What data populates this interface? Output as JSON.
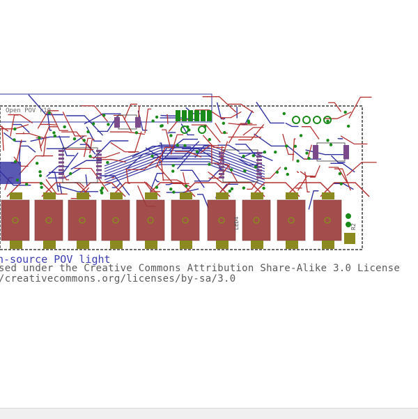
{
  "board": {
    "label": "Open POV r10",
    "silkscreen": [
      "LED4",
      "R2"
    ],
    "colors": {
      "outline": "#111111",
      "top_copper": "#b43030",
      "bottom_copper": "#3030a0",
      "pad": "#8a8a20",
      "via": "#1a8a1a",
      "smd_pad": "#9a3a3a",
      "component_body": "#7a4a8a"
    }
  },
  "caption": {
    "title": "n-source POV light",
    "license": "sed under the Creative Commons Attribution Share-Alike 3.0 License",
    "url": "/creativecommons.org/licenses/by-sa/3.0"
  }
}
